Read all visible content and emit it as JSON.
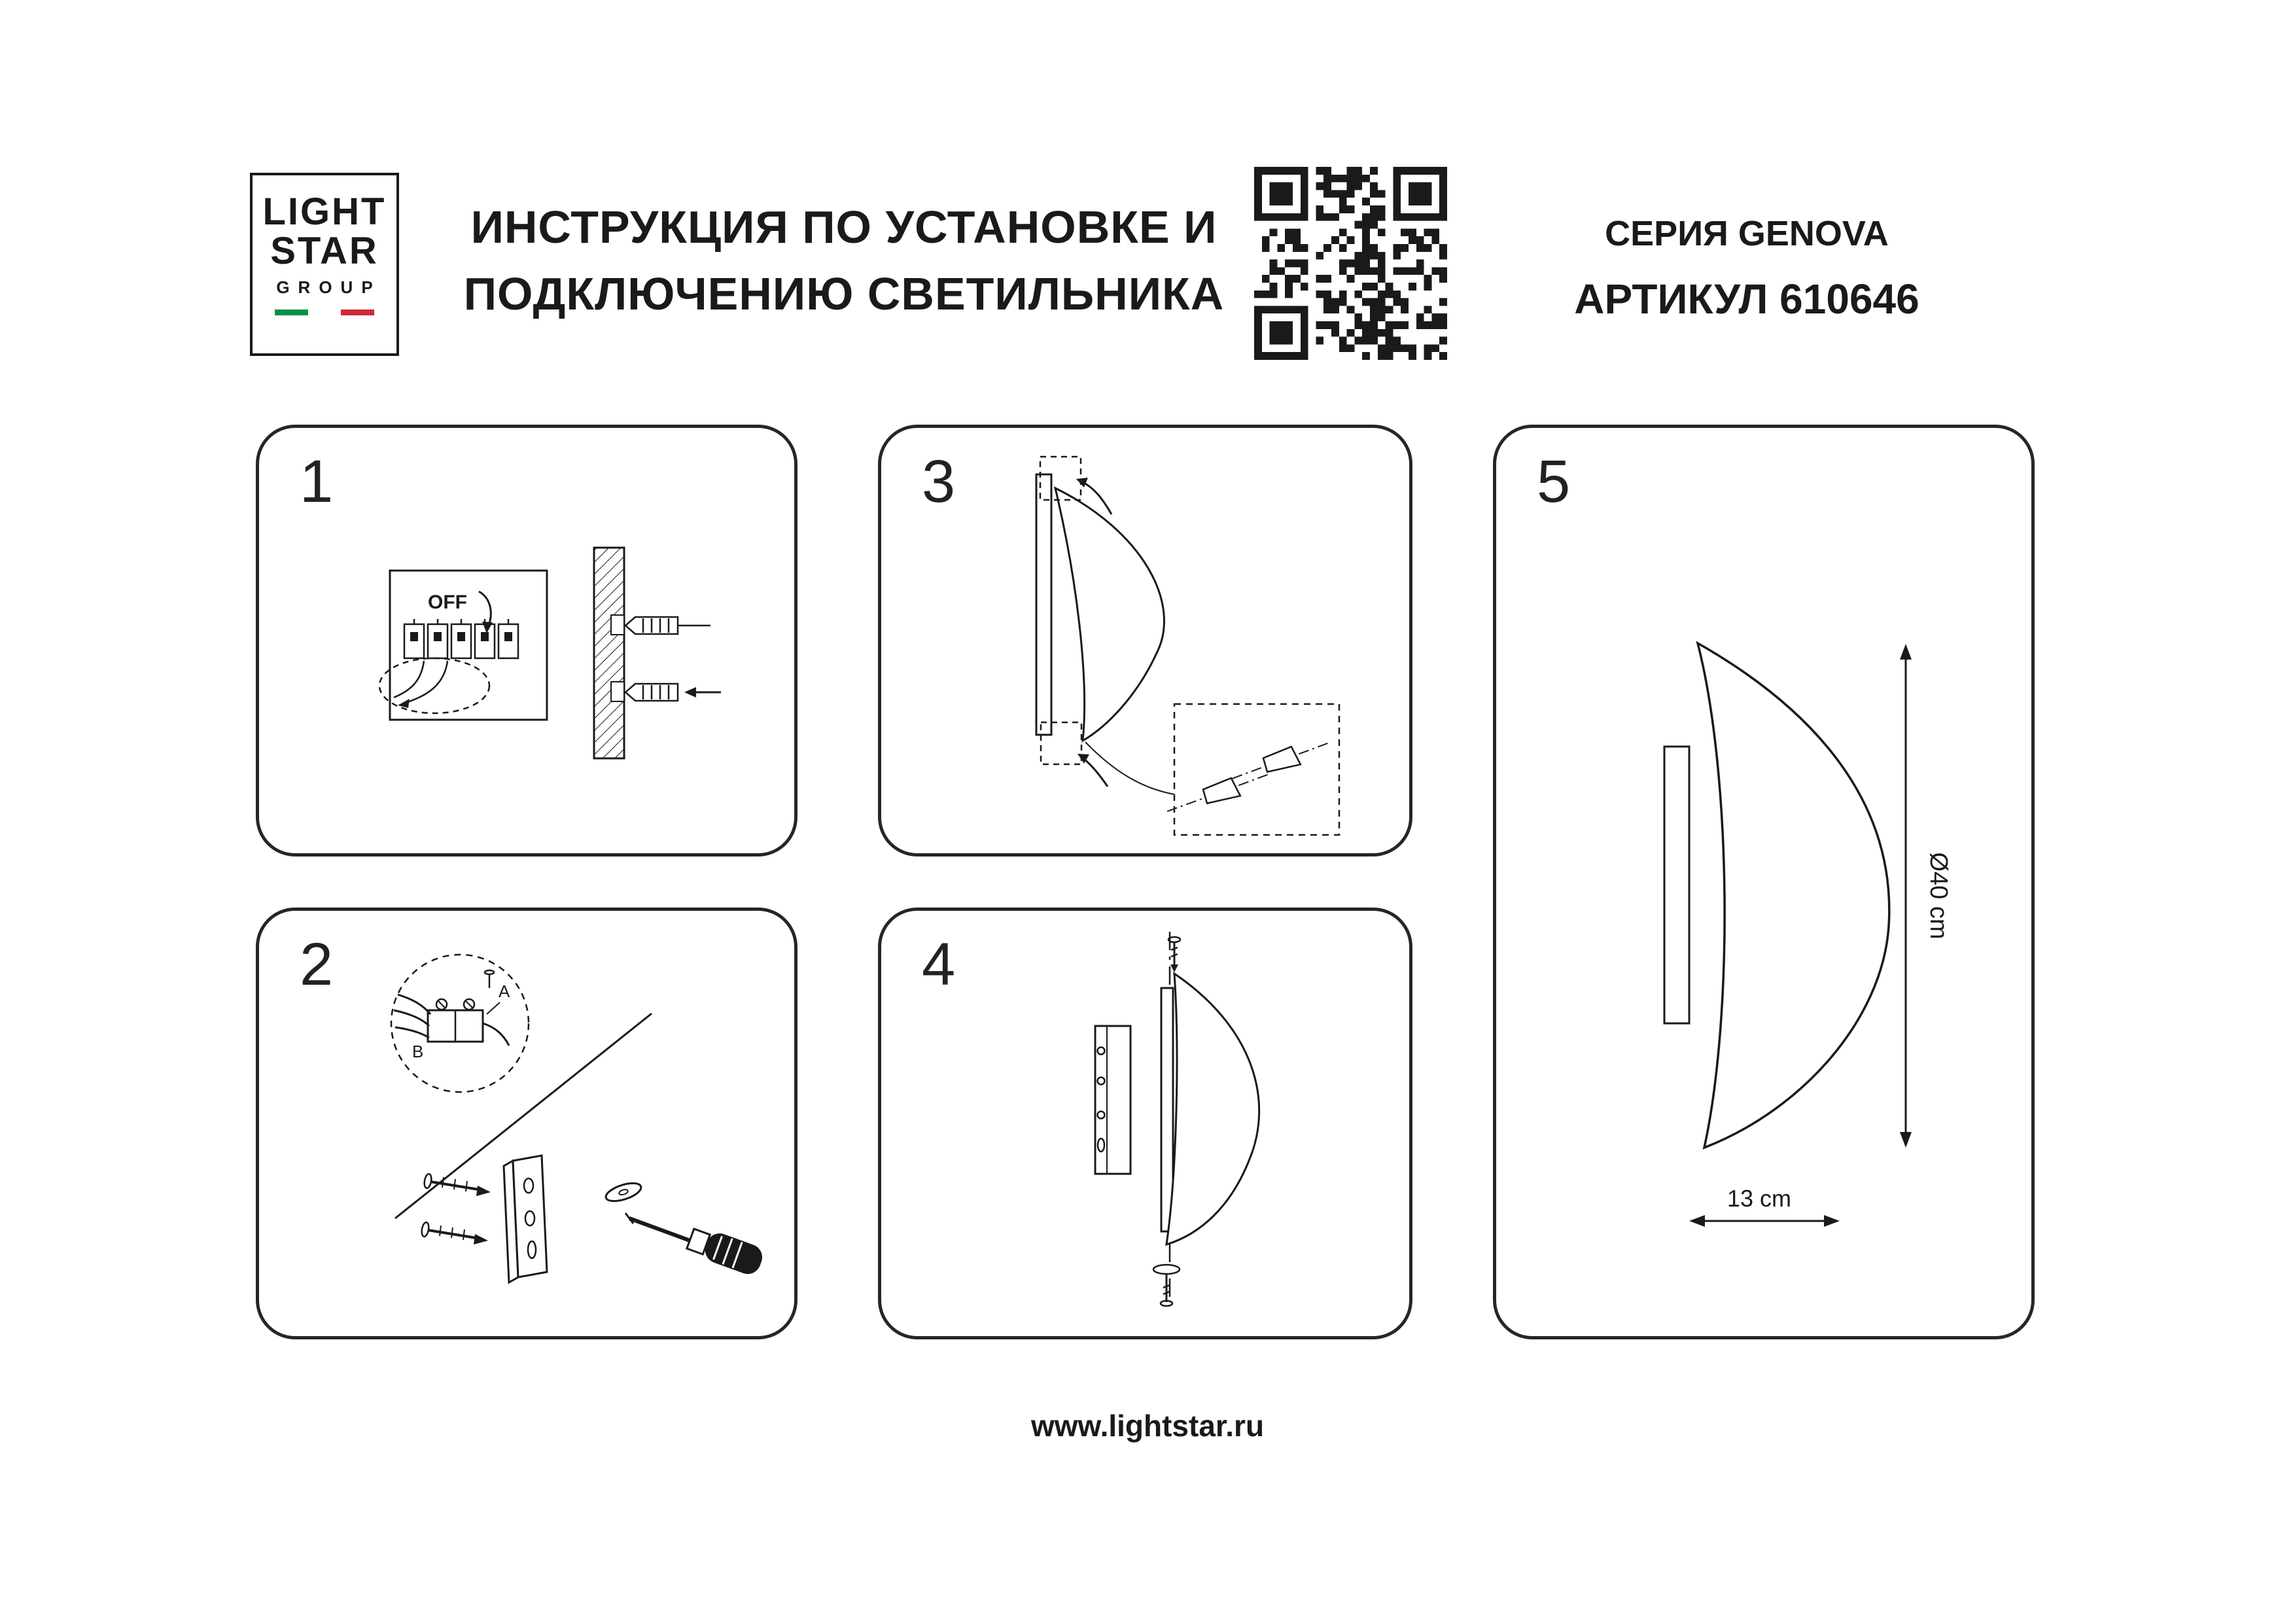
{
  "colors": {
    "ink": "#1a1a1a",
    "flag_green": "#009246",
    "flag_red": "#ce2b37"
  },
  "header": {
    "logo": {
      "word1": "LIGHT",
      "word2": "STAR",
      "word3": "GROUP"
    },
    "title": {
      "line1": "ИНСТРУКЦИЯ ПО УСТАНОВКЕ И",
      "line2": "ПОДКЛЮЧЕНИЮ СВЕТИЛЬНИКА"
    },
    "series": "СЕРИЯ GENOVA",
    "article": "АРТИКУЛ 610646"
  },
  "steps": {
    "s1": {
      "number": "1",
      "off": "OFF"
    },
    "s2": {
      "number": "2",
      "label_a": "A",
      "label_b": "B"
    },
    "s3": {
      "number": "3"
    },
    "s4": {
      "number": "4"
    },
    "s5": {
      "number": "5",
      "diameter": "Ø40 cm",
      "depth": "13 cm"
    }
  },
  "footer": {
    "website": "www.lightstar.ru"
  }
}
